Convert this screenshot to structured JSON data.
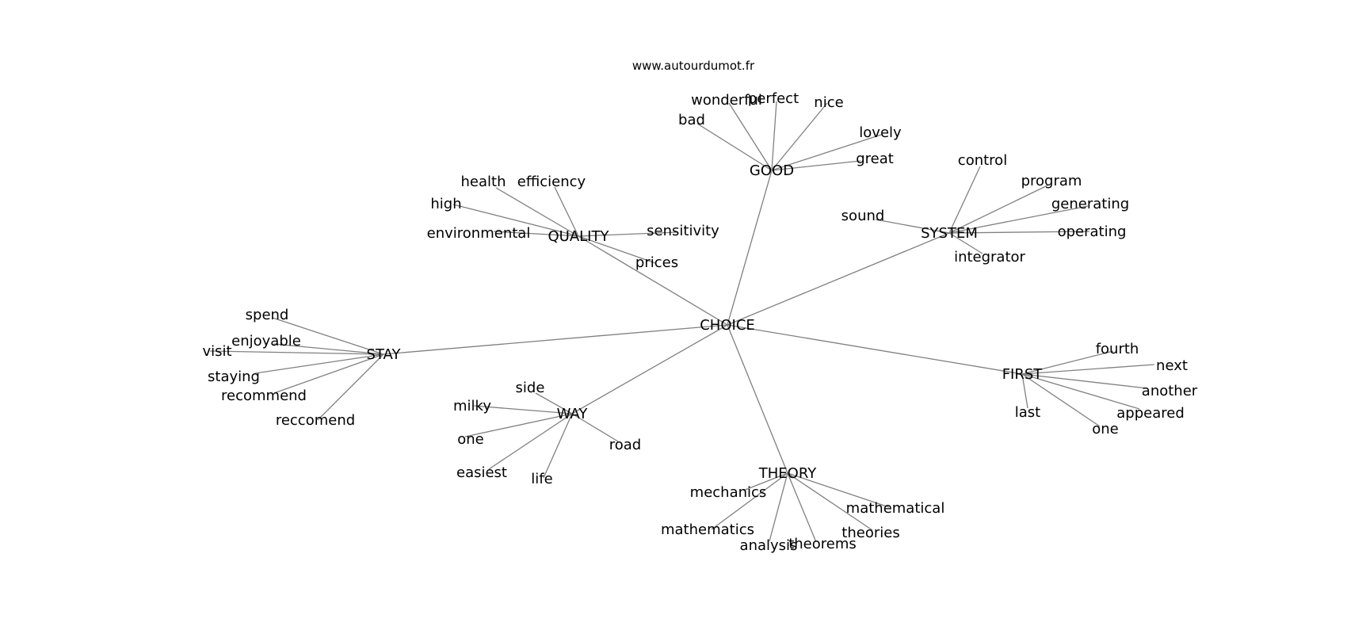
{
  "source": "www.autourdumot.fr",
  "graph": {
    "center": "CHOICE",
    "hubs": [
      {
        "word": "GOOD",
        "neighbors": [
          "bad",
          "wonderful",
          "perfect",
          "nice",
          "lovely",
          "great"
        ]
      },
      {
        "word": "QUALITY",
        "neighbors": [
          "health",
          "efficiency",
          "high",
          "environmental",
          "sensitivity",
          "prices"
        ]
      },
      {
        "word": "SYSTEM",
        "neighbors": [
          "control",
          "program",
          "generating",
          "sound",
          "operating",
          "integrator"
        ]
      },
      {
        "word": "STAY",
        "neighbors": [
          "spend",
          "enjoyable",
          "visit",
          "staying",
          "recommend",
          "reccomend"
        ]
      },
      {
        "word": "WAY",
        "neighbors": [
          "side",
          "milky",
          "one",
          "easiest",
          "life",
          "road"
        ]
      },
      {
        "word": "FIRST",
        "neighbors": [
          "fourth",
          "next",
          "another",
          "appeared",
          "one",
          "last"
        ]
      },
      {
        "word": "THEORY",
        "neighbors": [
          "mechanics",
          "mathematics",
          "analysis",
          "theorems",
          "theories",
          "mathematical"
        ]
      }
    ]
  }
}
